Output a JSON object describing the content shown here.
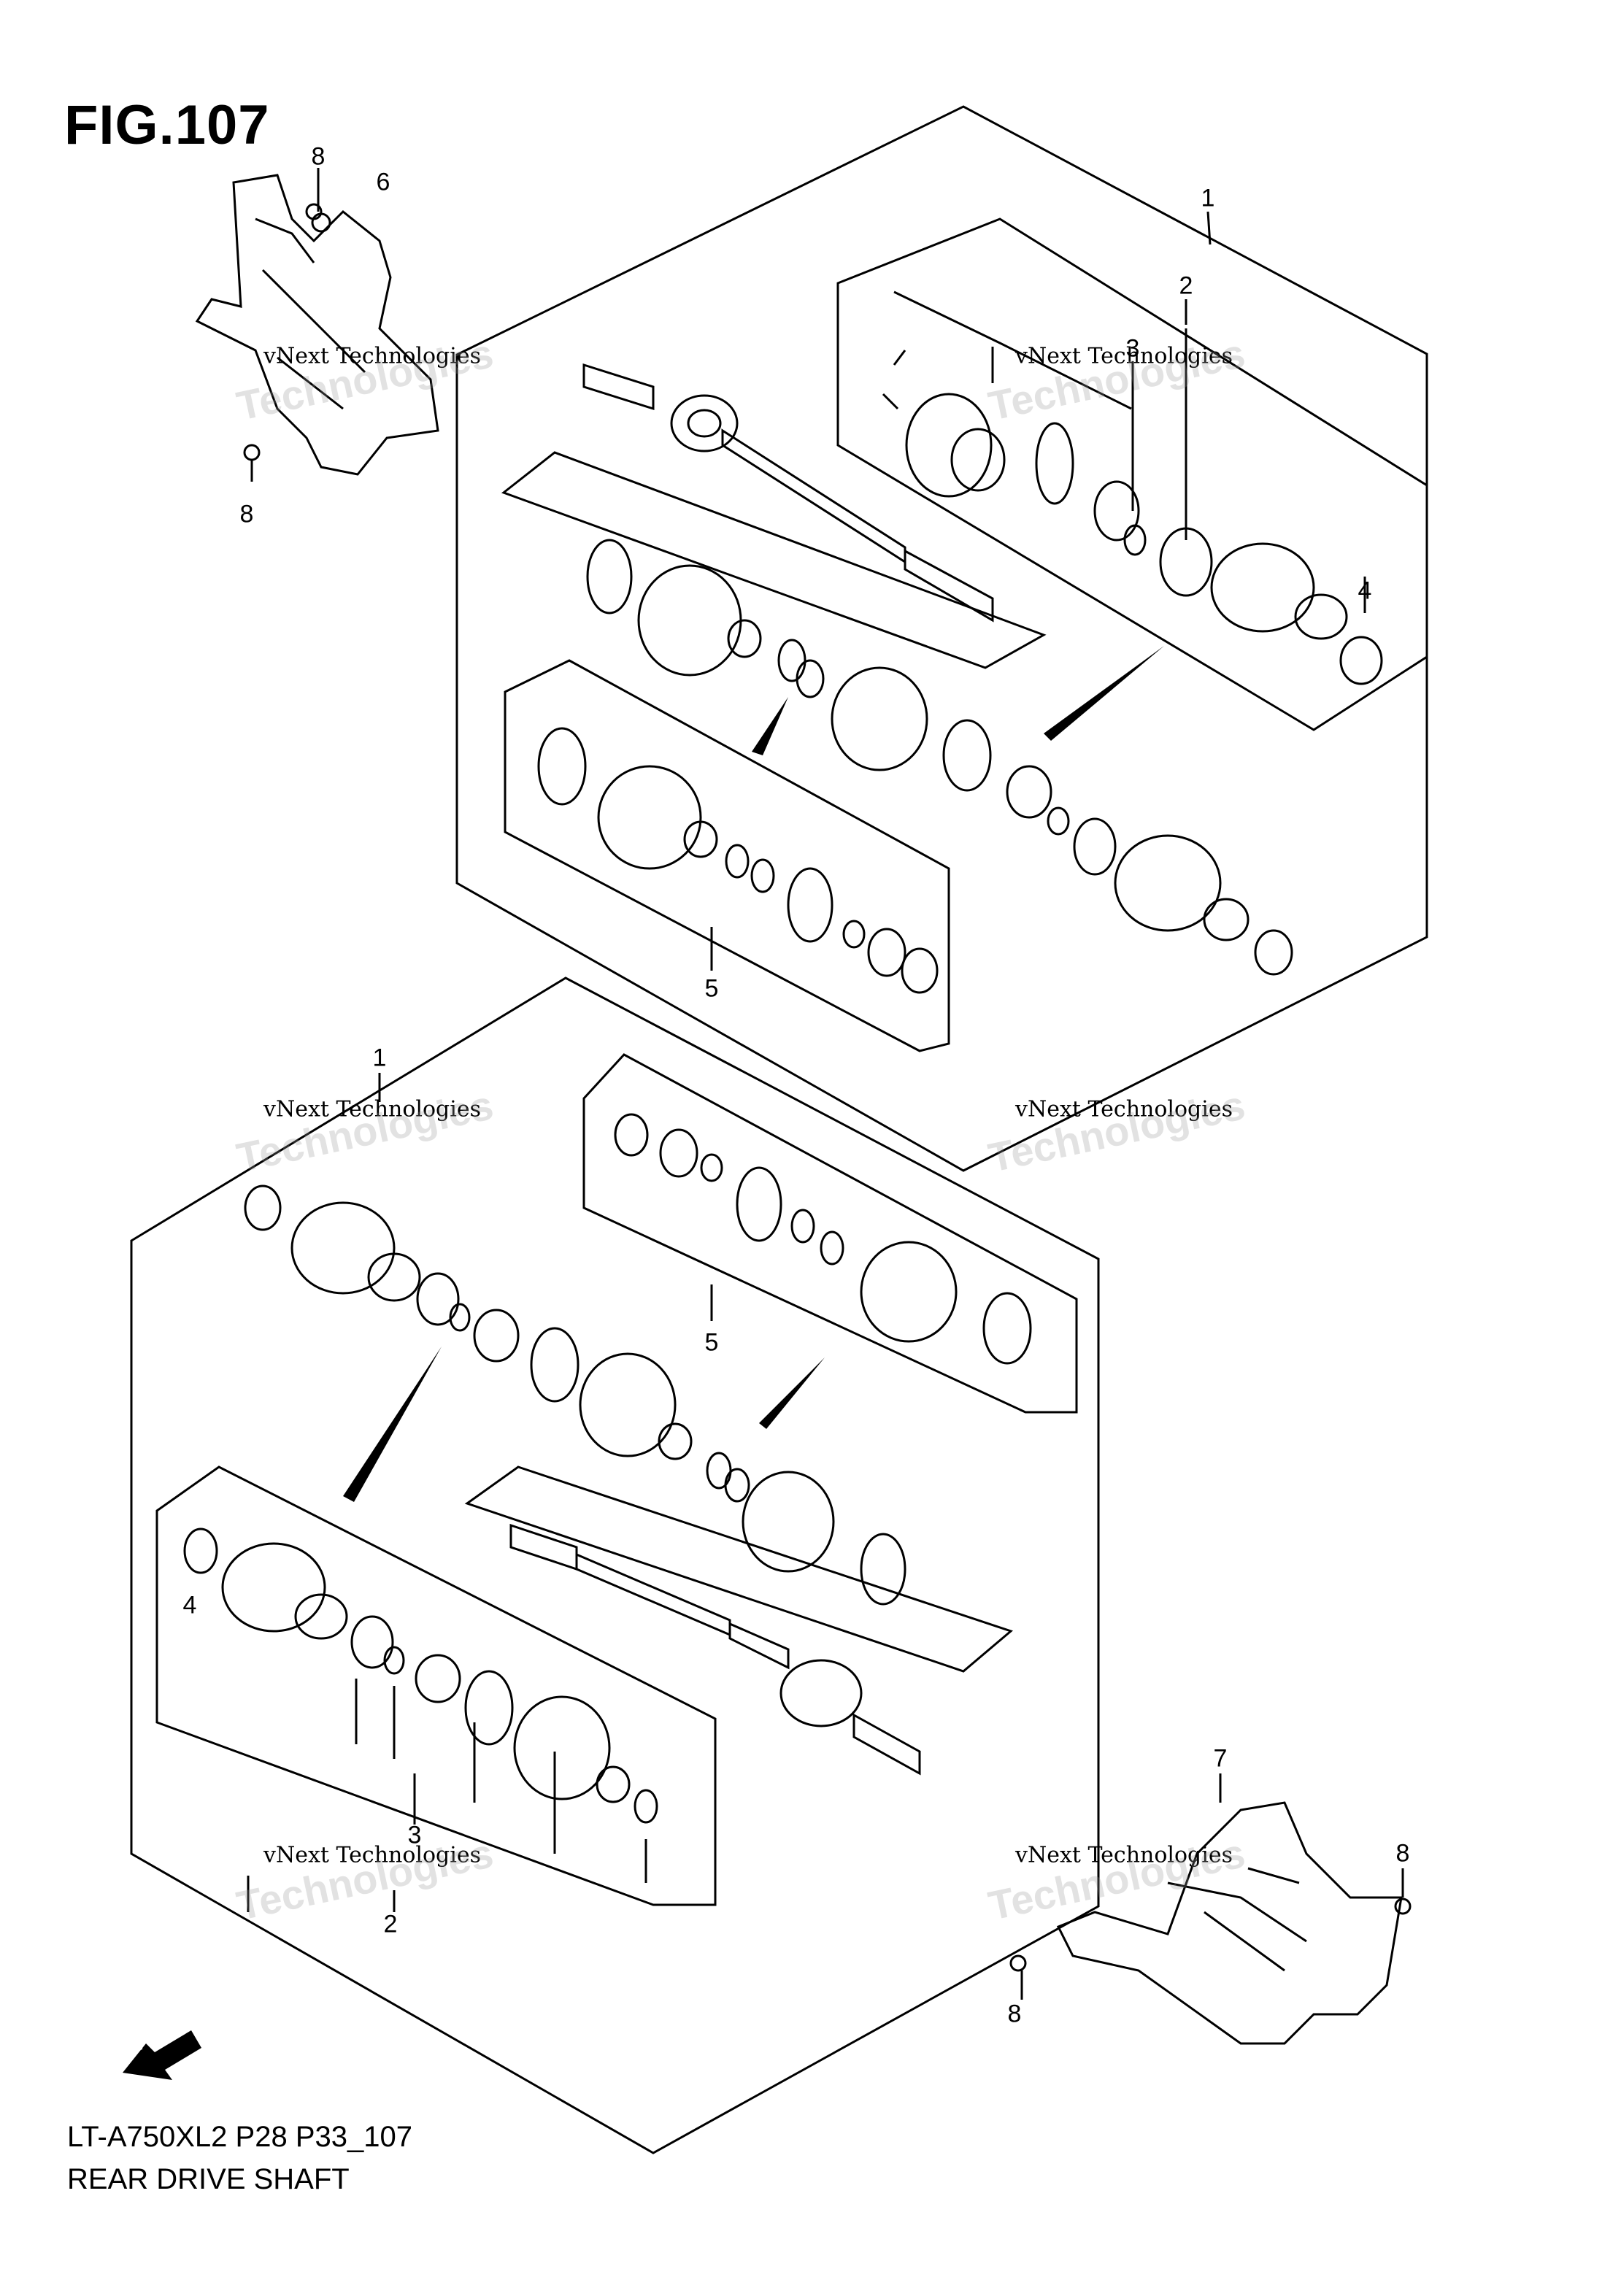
{
  "figure": {
    "title": "FIG.107",
    "model_code": "LT-A750XL2 P28 P33_107",
    "name": "REAR DRIVE SHAFT"
  },
  "callouts": {
    "c1_top": "1",
    "c2_top": "2",
    "c3_top": "3",
    "c4_top": "4",
    "c5_top": "5",
    "c6": "6",
    "c8_a": "8",
    "c8_b": "8",
    "c1_bot": "1",
    "c5_bot": "5",
    "c4_bot": "4",
    "c3_bot": "3",
    "c2_bot": "2",
    "c7": "7",
    "c8_c": "8",
    "c8_d": "8"
  },
  "watermark": {
    "line1": "vNext Technologies",
    "line2": "Technologies"
  },
  "fwd_label": "FWD",
  "icons": {
    "direction": "fwd-arrow-icon"
  }
}
